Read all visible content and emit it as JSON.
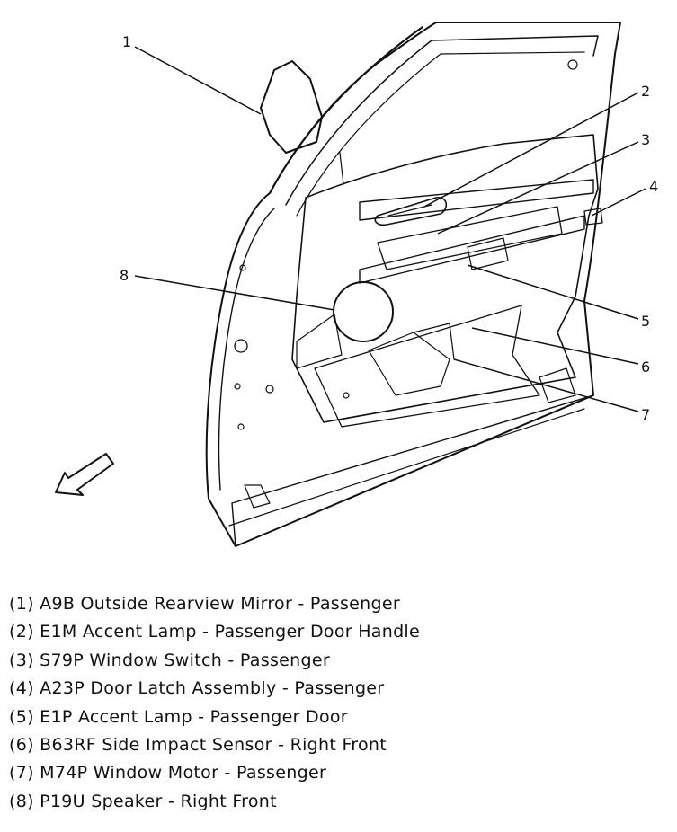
{
  "callouts": [
    "1",
    "2",
    "3",
    "4",
    "5",
    "6",
    "7",
    "8"
  ],
  "legend": [
    "(1) A9B Outside Rearview Mirror - Passenger",
    "(2) E1M Accent Lamp - Passenger Door Handle",
    "(3) S79P Window Switch - Passenger",
    "(4) A23P Door Latch Assembly - Passenger",
    "(5) E1P Accent Lamp - Passenger Door",
    "(6) B63RF Side Impact Sensor - Right Front",
    "(7) M74P Window Motor - Passenger",
    "(8) P19U Speaker - Right Front"
  ]
}
